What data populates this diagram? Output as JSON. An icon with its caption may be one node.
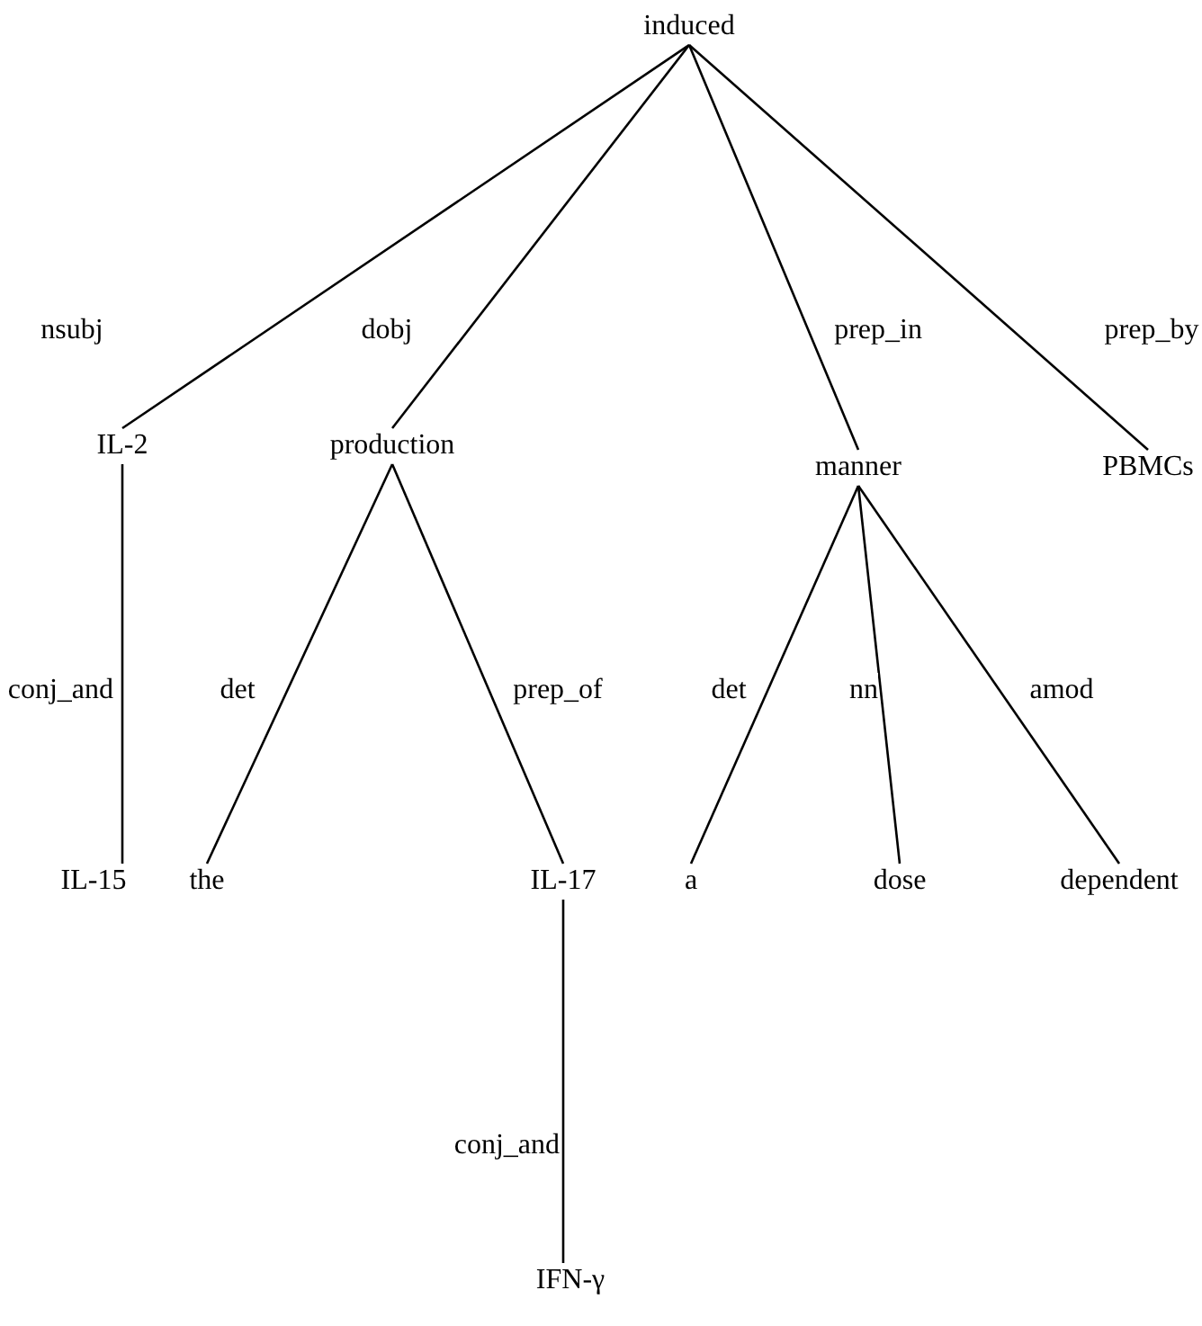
{
  "diagram": {
    "nodes": [
      {
        "text": [
          "induced"
        ]
      },
      {
        "text": [
          "IL-2"
        ]
      },
      {
        "text": [
          "production"
        ]
      },
      {
        "text": [
          "manner"
        ]
      },
      {
        "text": [
          "PBMCs"
        ]
      },
      {
        "text": [
          "IL-15"
        ]
      },
      {
        "text": [
          "the"
        ]
      },
      {
        "text": [
          "IL-17"
        ]
      },
      {
        "text": [
          "a"
        ]
      },
      {
        "text": [
          "dose"
        ]
      },
      {
        "text": [
          "dependent"
        ]
      },
      {
        "text": [
          "IFN-γ"
        ]
      }
    ],
    "edges": [
      {
        "from": 0,
        "to": 1,
        "arrow": "none",
        "label": "nsubj"
      },
      {
        "from": 0,
        "to": 2,
        "arrow": "none",
        "label": "dobj"
      },
      {
        "from": 0,
        "to": 3,
        "arrow": "none",
        "label": "prep_in"
      },
      {
        "from": 0,
        "to": 4,
        "arrow": "none",
        "label": "prep_by"
      },
      {
        "from": 1,
        "to": 5,
        "arrow": "none",
        "label": "conj_and"
      },
      {
        "from": 2,
        "to": 6,
        "arrow": "none",
        "label": "det"
      },
      {
        "from": 2,
        "to": 7,
        "arrow": "none",
        "label": "prep_of"
      },
      {
        "from": 3,
        "to": 8,
        "arrow": "none",
        "label": "det"
      },
      {
        "from": 3,
        "to": 9,
        "arrow": "none",
        "label": "nn"
      },
      {
        "from": 3,
        "to": 10,
        "arrow": "none",
        "label": "amod"
      },
      {
        "from": 7,
        "to": 11,
        "arrow": "none",
        "label": "conj_and"
      }
    ]
  }
}
